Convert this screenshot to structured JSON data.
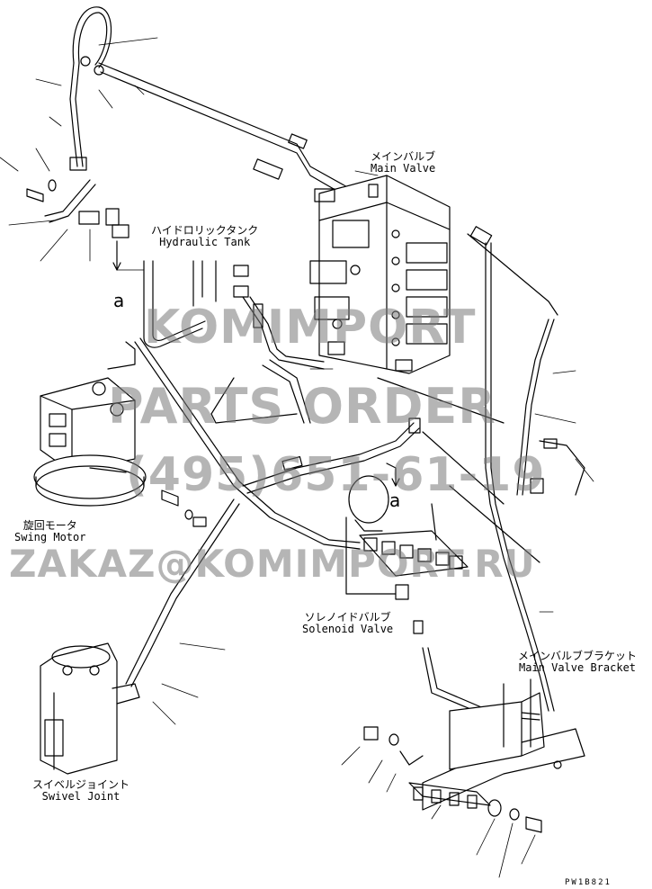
{
  "labels": {
    "main_valve_jp": "メインバルブ",
    "main_valve_en": "Main Valve",
    "hydraulic_tank_jp": "ハイドロリックタンク",
    "hydraulic_tank_en": "Hydraulic Tank",
    "swing_motor_jp": "旋回モータ",
    "swing_motor_en": "Swing Motor",
    "solenoid_valve_jp": "ソレノイドバルブ",
    "solenoid_valve_en": "Solenoid Valve",
    "main_valve_bracket_jp": "メインバルブブラケット",
    "main_valve_bracket_en": "Main Valve Bracket",
    "swivel_joint_jp": "スイベルジョイント",
    "swivel_joint_en": "Swivel Joint"
  },
  "reference_marks": [
    "a",
    "a"
  ],
  "drawing_code": "PW1B821",
  "watermark": {
    "line1": "KOMIMPORT",
    "line2": "PARTS ORDER",
    "line3": "(495)651-61-19",
    "line4": "ZAKAZ@KOMIMPORT.RU"
  },
  "colors": {
    "line": "#000000",
    "background": "#ffffff",
    "watermark": "#7a7a7a"
  }
}
